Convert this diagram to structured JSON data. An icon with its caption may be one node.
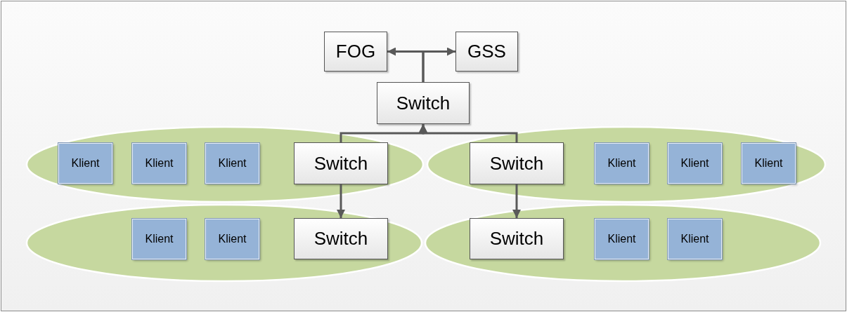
{
  "diagram": {
    "nodes": [
      {
        "text": [
          "FOG"
        ]
      },
      {
        "text": [
          "GSS"
        ]
      },
      {
        "text": [
          "Switch"
        ]
      },
      {
        "text": [],
        "shape": "ellipse"
      },
      {
        "text": [
          "Klient"
        ],
        "in": 3
      },
      {
        "text": [
          "Klient"
        ],
        "in": 3
      },
      {
        "text": [
          "Klient"
        ],
        "in": 3
      },
      {
        "text": [
          "Switch"
        ],
        "in": 3
      },
      {
        "text": [],
        "shape": "ellipse"
      },
      {
        "text": [
          "Switch"
        ],
        "in": 8
      },
      {
        "text": [
          "Klient"
        ],
        "in": 8
      },
      {
        "text": [
          "Klient"
        ],
        "in": 8
      },
      {
        "text": [
          "Klient"
        ],
        "in": 8
      },
      {
        "text": [],
        "shape": "ellipse"
      },
      {
        "text": [
          "Klient"
        ],
        "in": 13
      },
      {
        "text": [
          "Klient"
        ],
        "in": 13
      },
      {
        "text": [
          "Switch"
        ],
        "in": 13
      },
      {
        "text": [],
        "shape": "ellipse"
      },
      {
        "text": [
          "Switch"
        ],
        "in": 17
      },
      {
        "text": [
          "Klient"
        ],
        "in": 17
      },
      {
        "text": [
          "Klient"
        ],
        "in": 17
      }
    ],
    "edges": [
      {
        "from": 2,
        "to": 0,
        "arrow": "to"
      },
      {
        "from": 2,
        "to": 1,
        "arrow": "to"
      },
      {
        "from": 7,
        "to": 2,
        "arrow": "to"
      },
      {
        "from": 9,
        "to": 2,
        "arrow": "to"
      },
      {
        "from": 7,
        "to": 16,
        "arrow": "to"
      },
      {
        "from": 9,
        "to": 18,
        "arrow": "to"
      }
    ]
  }
}
